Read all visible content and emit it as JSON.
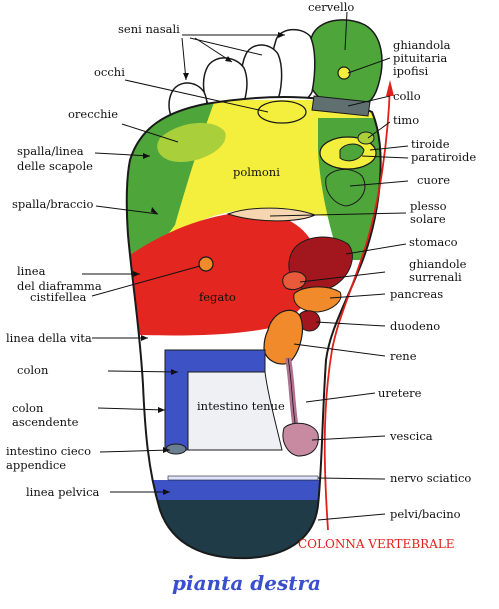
{
  "labels": {
    "cervello": "cervello",
    "seni_nasali": "seni nasali",
    "ghiandola_pituitaria": "ghiandola",
    "ghiandola_pituitaria_2": "pituitaria",
    "ghiandola_pituitaria_3": "ipofisi",
    "occhi": "occhi",
    "collo": "collo",
    "orecchie": "orecchie",
    "timo": "timo",
    "spalla_linea": "spalla/linea",
    "spalla_linea_2": "delle scapole",
    "tiroide": "tiroide",
    "paratiroide": "paratiroide",
    "polmoni": "polmoni",
    "cuore": "cuore",
    "spalla_braccio": "spalla/braccio",
    "plesso": "plesso",
    "plesso_2": "solare",
    "stomaco": "stomaco",
    "linea_diaframma": "linea",
    "linea_diaframma_2": "del diaframma",
    "ghiandole_surrenali": "ghiandole",
    "ghiandole_surrenali_2": "surrenali",
    "fegato": "fegato",
    "pancreas": "pancreas",
    "cistifellea": "cistifellea",
    "linea_vita": "linea della vita",
    "duodeno": "duodeno",
    "rene": "rene",
    "colon": "colon",
    "uretere": "uretere",
    "colon_ascendente": "colon",
    "colon_ascendente_2": "ascendente",
    "intestino_tenue": "intestino tenue",
    "intestino_cieco": "intestino cieco",
    "intestino_cieco_2": "appendice",
    "vescica": "vescica",
    "nervo_sciatico": "nervo sciatico",
    "linea_pelvica": "linea pelvica",
    "pelvi_bacino": "pelvi/bacino",
    "colonna_vertebrale": "COLONNA VERTEBRALE"
  },
  "caption": "pianta destra",
  "colors": {
    "outline": "#1a1a1a",
    "green": "#4ea53a",
    "green_light": "#a9cf3a",
    "yellow": "#f4ee3c",
    "red": "#e3261f",
    "orange": "#f08a2a",
    "dark_red": "#a2171e",
    "blue": "#3d52c4",
    "dark_teal": "#1f3b48",
    "spine_red": "#e0201a",
    "caption_blue": "#3a4fd0"
  }
}
